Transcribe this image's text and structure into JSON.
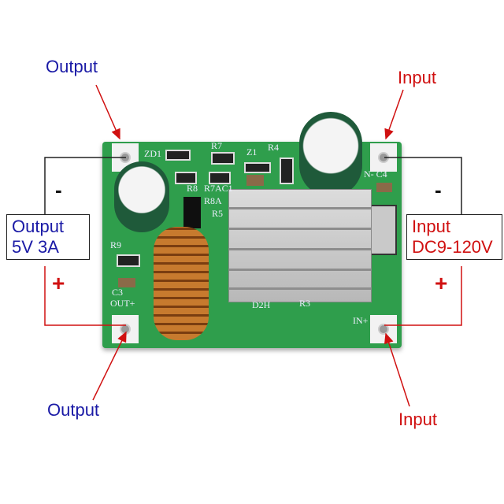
{
  "labels": {
    "output_top": "Output",
    "output_bottom": "Output",
    "input_top": "Input",
    "input_bottom": "Input",
    "output_box_line1": "Output",
    "output_box_line2": "5V 3A",
    "input_box_line1": "Input",
    "input_box_line2": "DC9-120V",
    "left_minus": "-",
    "left_plus": "+",
    "right_minus": "-",
    "right_plus": "+"
  },
  "silkscreen": [
    "ZD1",
    "R7",
    "Z1",
    "R4",
    "R8",
    "R7AC1",
    "R8A",
    "R5",
    "R9",
    "C3",
    "OUT+",
    "D2H",
    "R3",
    "IN+",
    "N- C4"
  ],
  "colors": {
    "output": "#1a1aa6",
    "input": "#d01010",
    "pcb": "#2f9e4c"
  }
}
